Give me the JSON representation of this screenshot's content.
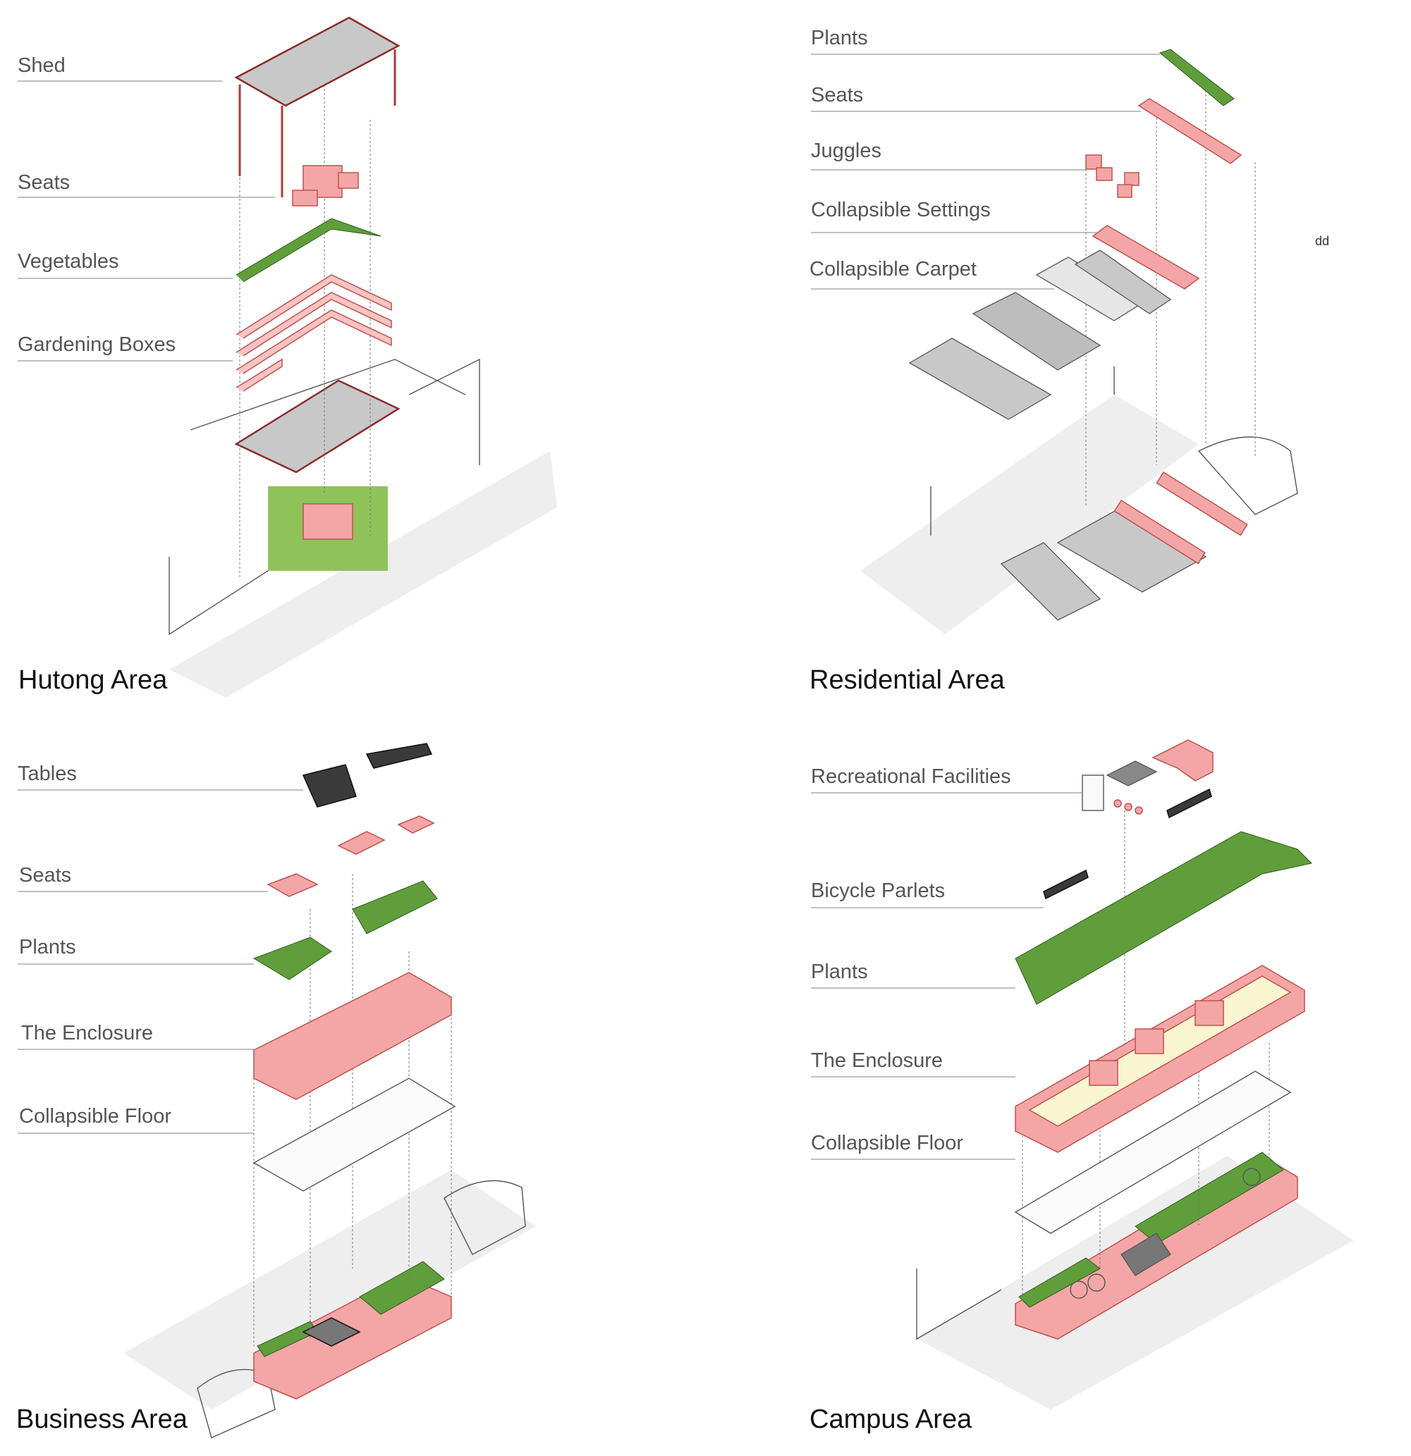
{
  "panels": {
    "hutong": {
      "title": "Hutong Area",
      "labels": [
        "Shed",
        "Seats",
        "Vegetables",
        "Gardening Boxes"
      ]
    },
    "residential": {
      "title": "Residential Area",
      "labels": [
        "Plants",
        "Seats",
        "Juggles",
        "Collapsible Settings",
        "Collapsible Carpet"
      ],
      "mark": "dd"
    },
    "business": {
      "title": "Business Area",
      "labels": [
        "Tables",
        "Seats",
        "Plants",
        "The Enclosure",
        "Collapsible Floor"
      ]
    },
    "campus": {
      "title": "Campus Area",
      "labels": [
        "Recreational Facilities",
        "Bicycle Parlets",
        "Plants",
        "The Enclosure",
        "Collapsible Floor"
      ]
    }
  },
  "colors": {
    "component_pink": "#f4a6a6",
    "outline_red": "#c0504d",
    "plant_green": "#5f9e3a",
    "label_grey": "#555555"
  }
}
